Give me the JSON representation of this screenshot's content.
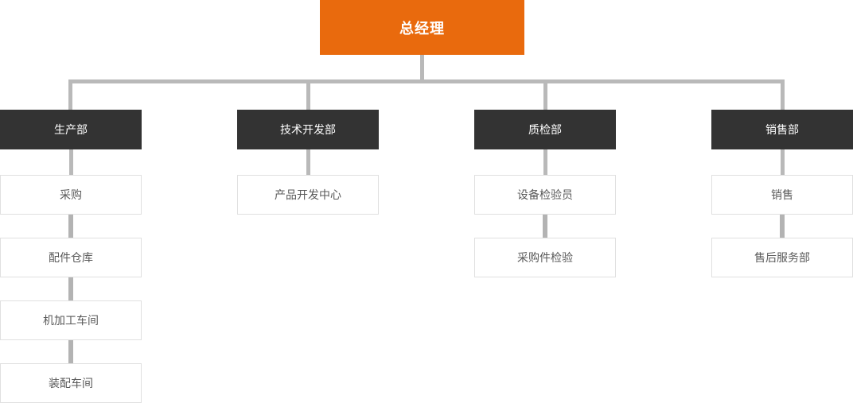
{
  "org": {
    "type": "org-chart",
    "root": {
      "label": "总经理"
    },
    "departments": [
      {
        "label": "生产部",
        "children": [
          "采购",
          "配件仓库",
          "机加工车间",
          "装配车间"
        ]
      },
      {
        "label": "技术开发部",
        "children": [
          "产品开发中心"
        ]
      },
      {
        "label": "质检部",
        "children": [
          "设备检验员",
          "采购件检验"
        ]
      },
      {
        "label": "销售部",
        "children": [
          "销售",
          "售后服务部"
        ]
      }
    ],
    "colors": {
      "root_bg": "#e96a0d",
      "root_text": "#ffffff",
      "dept_bg": "#333333",
      "dept_text": "#ffffff",
      "sub_bg": "#ffffff",
      "sub_border": "#e0e0e0",
      "sub_text": "#595959",
      "connector": "#b9b9b9"
    }
  }
}
